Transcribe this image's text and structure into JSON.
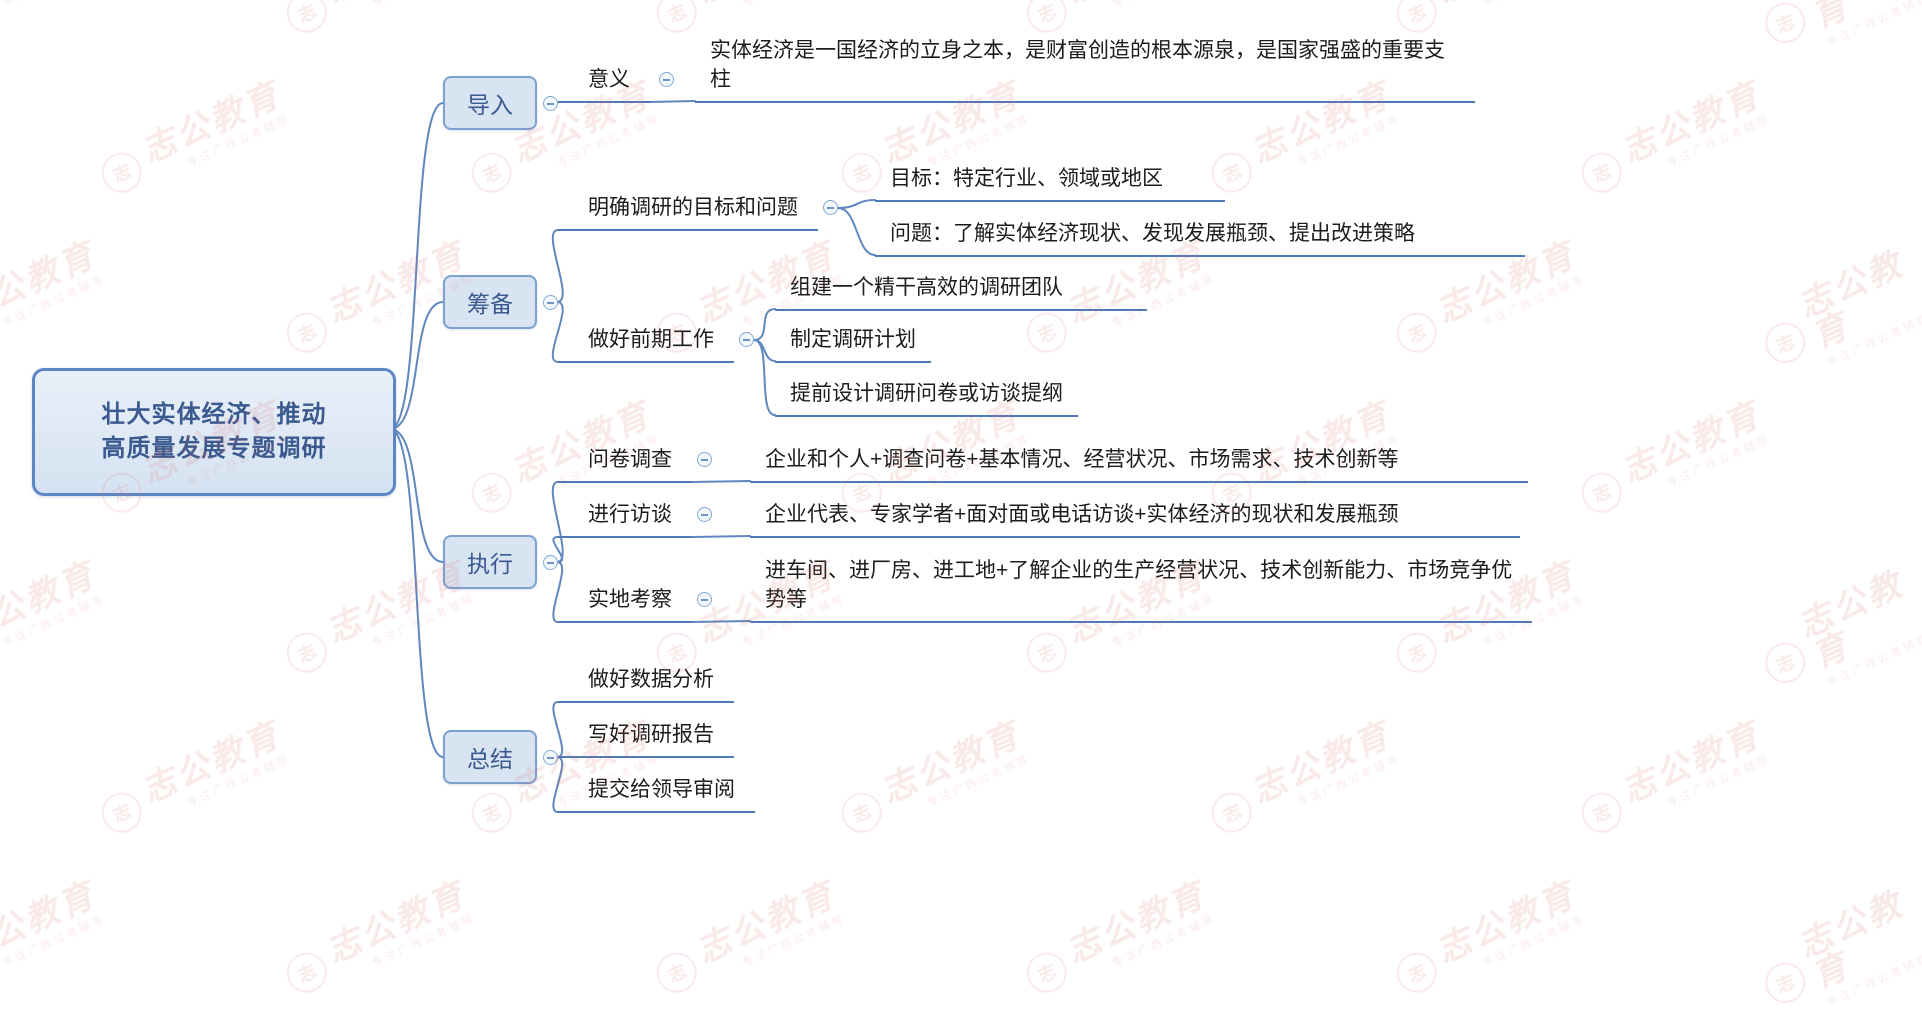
{
  "watermark": {
    "brand": "志公教育",
    "tagline": "专注广西公考辅导",
    "seal": "志"
  },
  "root": {
    "line1": "壮大实体经济、推动",
    "line2": "高质量发展专题调研"
  },
  "branches": [
    {
      "label": "导入",
      "children": [
        {
          "label": "意义",
          "children": [
            {
              "label": "实体经济是一国经济的立身之本，是财富创造的根本源泉，是国家强盛的重要支柱"
            }
          ]
        }
      ]
    },
    {
      "label": "筹备",
      "children": [
        {
          "label": "明确调研的目标和问题",
          "children": [
            {
              "label": "目标：特定行业、领域或地区"
            },
            {
              "label": "问题：了解实体经济现状、发现发展瓶颈、提出改进策略"
            }
          ]
        },
        {
          "label": "做好前期工作",
          "children": [
            {
              "label": "组建一个精干高效的调研团队"
            },
            {
              "label": "制定调研计划"
            },
            {
              "label": "提前设计调研问卷或访谈提纲"
            }
          ]
        }
      ]
    },
    {
      "label": "执行",
      "children": [
        {
          "label": "问卷调查",
          "children": [
            {
              "label": "企业和个人+调查问卷+基本情况、经营状况、市场需求、技术创新等"
            }
          ]
        },
        {
          "label": "进行访谈",
          "children": [
            {
              "label": "企业代表、专家学者+面对面或电话访谈+实体经济的现状和发展瓶颈"
            }
          ]
        },
        {
          "label": "实地考察",
          "children": [
            {
              "label": "进车间、进厂房、进工地+了解企业的生产经营状况、技术创新能力、市场竞争优势等"
            }
          ]
        }
      ]
    },
    {
      "label": "总结",
      "children": [
        {
          "label": "做好数据分析"
        },
        {
          "label": "写好调研报告"
        },
        {
          "label": "提交给领导审阅"
        }
      ]
    }
  ],
  "colors": {
    "connector": "#5f87c0",
    "underline": "#4f7ab8",
    "node_fill": "#d9e4f3",
    "node_border": "#7ba1d0",
    "root_border": "#5d86c5",
    "root_text": "#3a5a8f",
    "watermark": "#dd5f5f"
  }
}
